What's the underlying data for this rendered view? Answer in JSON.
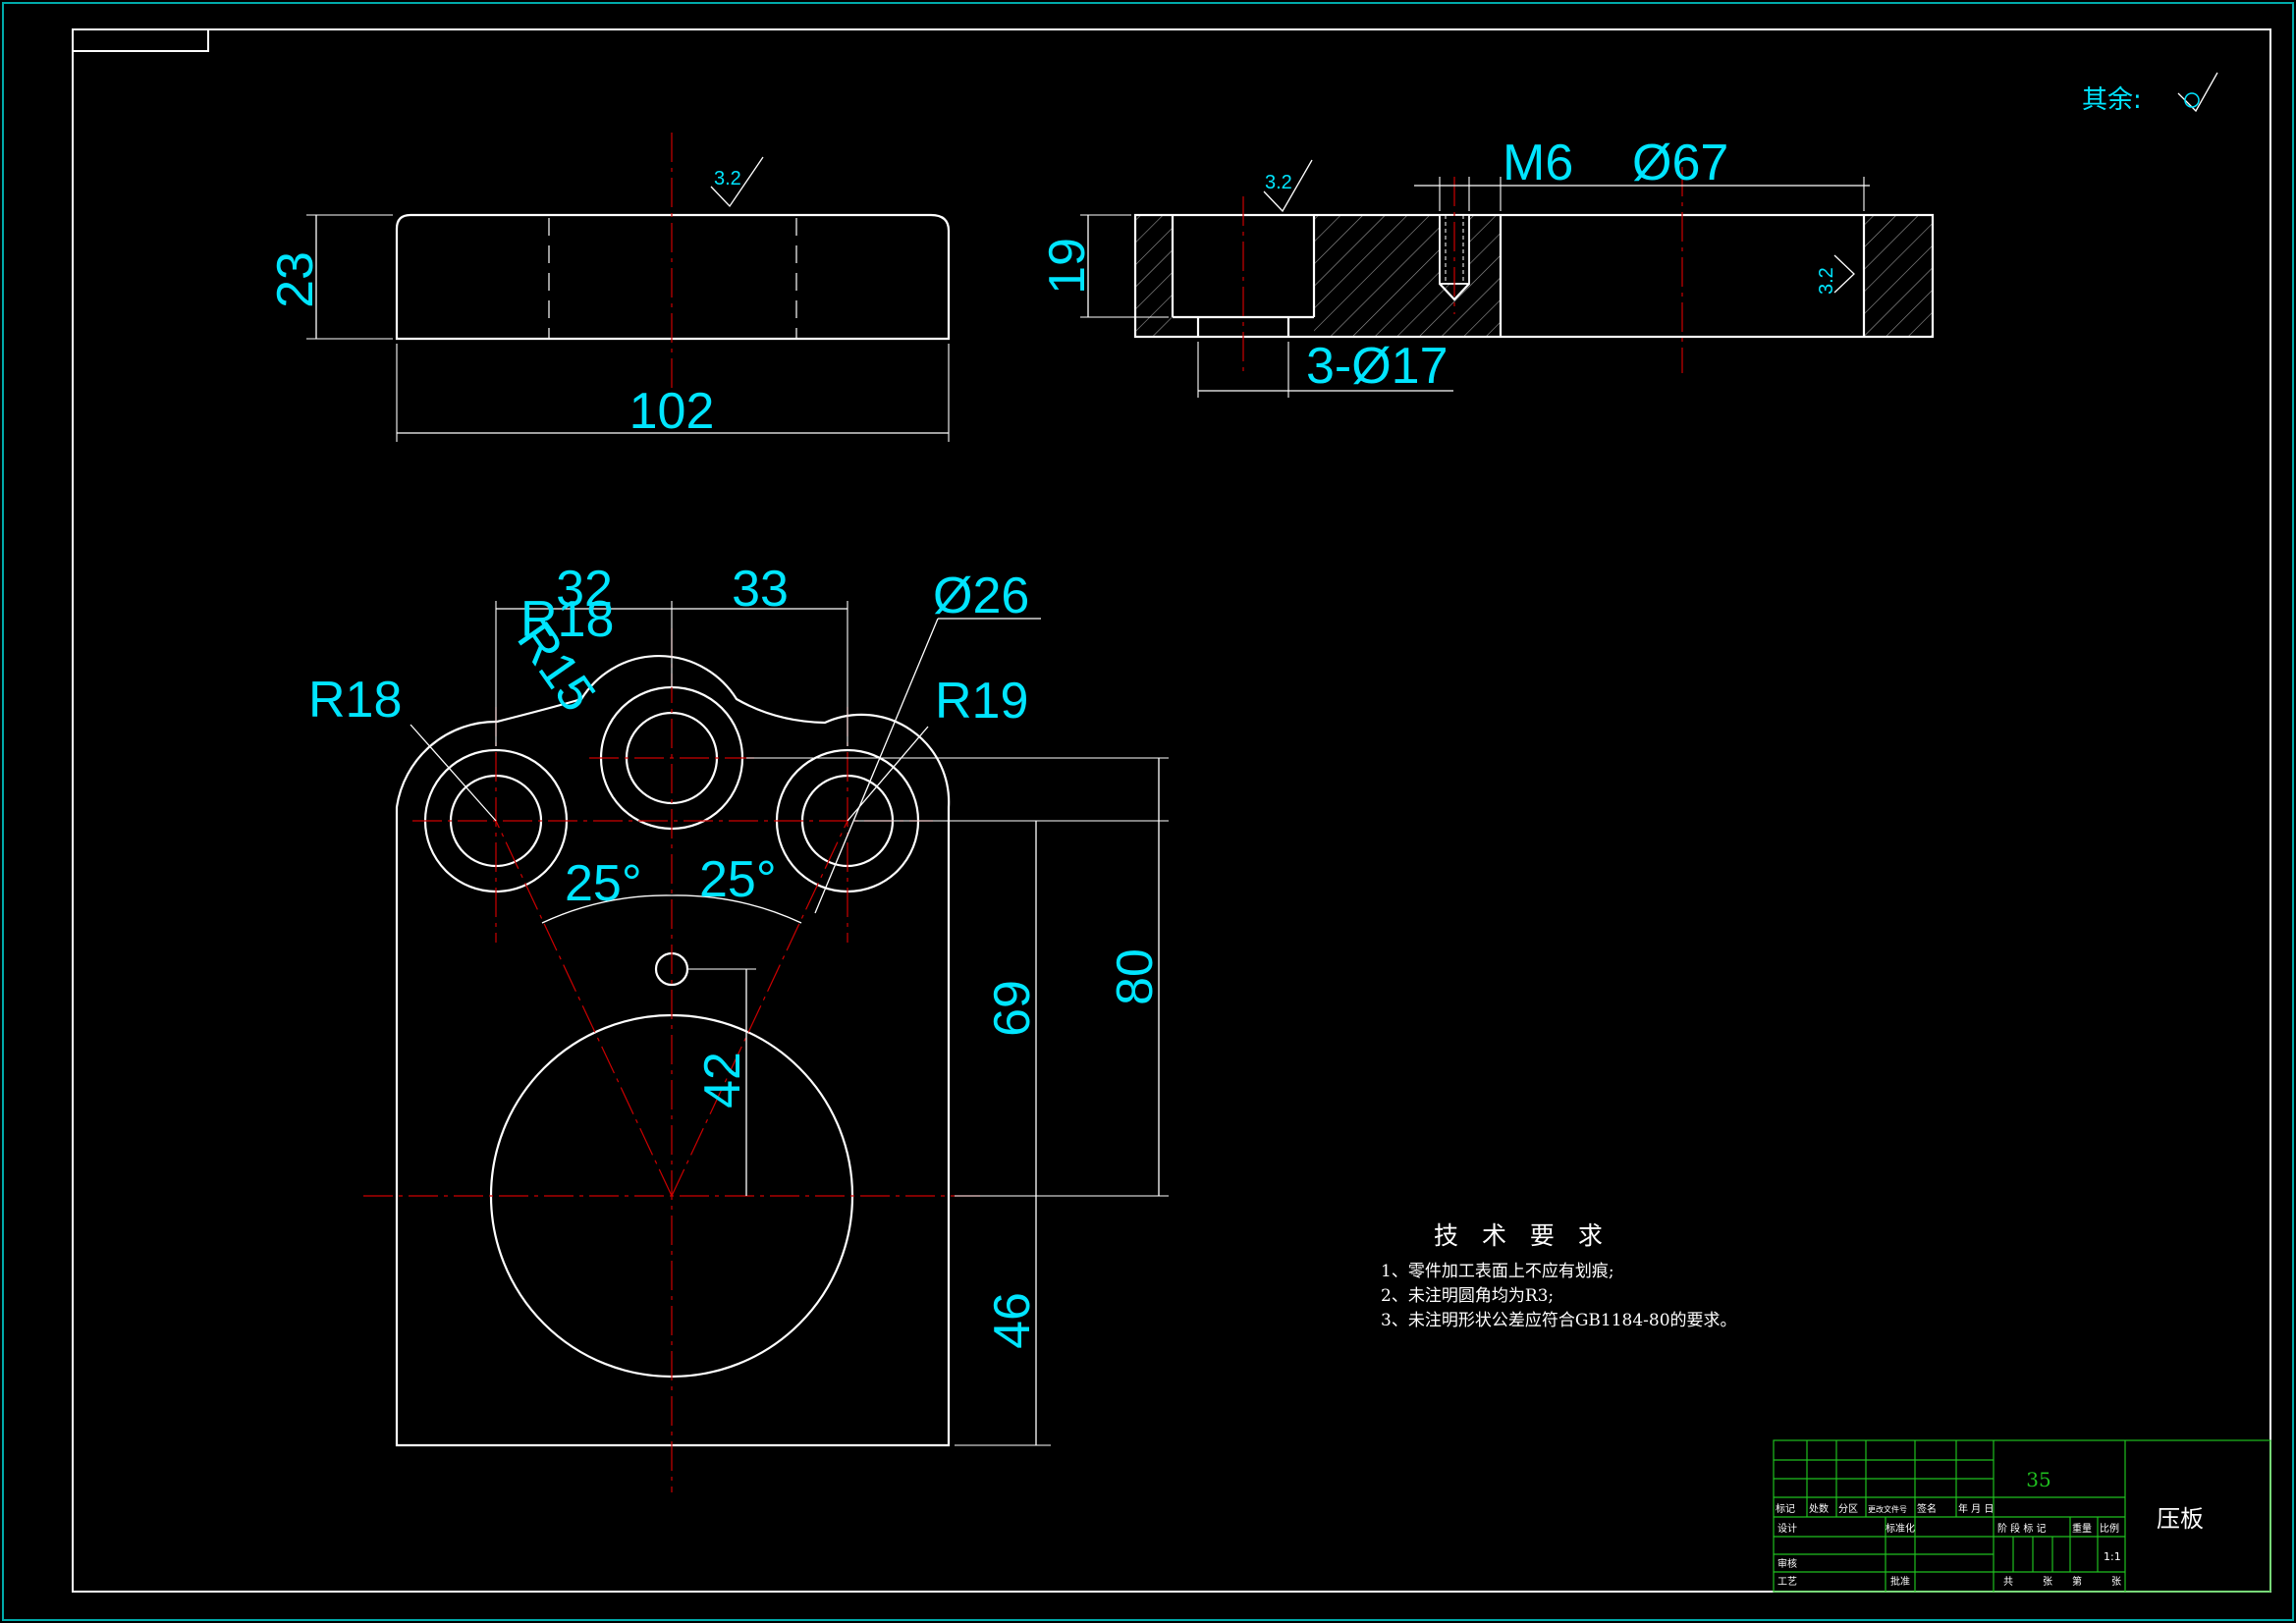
{
  "surface_note": {
    "label": "其余:"
  },
  "roughness": {
    "front": "3.2",
    "section": "3.2",
    "hole_wall": "3.2"
  },
  "dimensions": {
    "thickness": "23",
    "length": "102",
    "height_section": "19",
    "thread": "M6",
    "bore_dia": "Ø67",
    "holes": "3-Ø17",
    "spacing_left": "32",
    "spacing_right": "33",
    "radius_mid": "R18",
    "radius_small": "R15",
    "boss_dia": "Ø26",
    "radius_left": "R18",
    "radius_right": "R19",
    "angle_left": "25°",
    "angle_right": "25°",
    "v_69": "69",
    "v_80": "80",
    "v_42": "42",
    "v_46": "46"
  },
  "tech_requirements": {
    "title": "技 术 要 求",
    "items": [
      "1、零件加工表面上不应有划痕;",
      "2、未注明圆角均为R3;",
      "3、未注明形状公差应符合GB1184-80的要求。"
    ]
  },
  "title_block": {
    "material": "35",
    "part_name": "压板",
    "scale": "1:1",
    "row_labels": [
      "标记",
      "处数",
      "分区",
      "更改文件号",
      "签名",
      "年 月 日"
    ],
    "left_labels": [
      "设计",
      "审核",
      "工艺"
    ],
    "mid_labels": [
      "标准化",
      "批准"
    ],
    "stage_labels": [
      "阶 段 标 记",
      "重量",
      "比例"
    ],
    "sheet_labels": [
      "共",
      "张",
      "第",
      "张"
    ]
  },
  "colors": {
    "dimension": "#00e5ff",
    "centerline": "#cc0000",
    "titleblock": "#1fbf1f"
  }
}
